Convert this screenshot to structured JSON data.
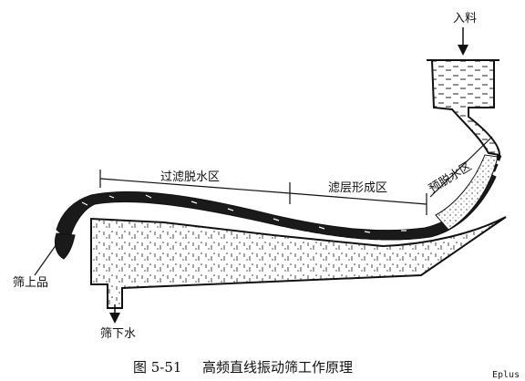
{
  "labels": {
    "feed": "入料",
    "oversize": "筛上品",
    "undersize_water": "筛下水",
    "filtration_dewatering_zone": "过滤脱水区",
    "filter_layer_forming_zone": "滤层形成区",
    "pre_dewatering_zone": "预脱水区"
  },
  "caption": {
    "number": "图 5-51",
    "title": "高频直线振动筛工作原理"
  },
  "watermark": "Eplus"
}
